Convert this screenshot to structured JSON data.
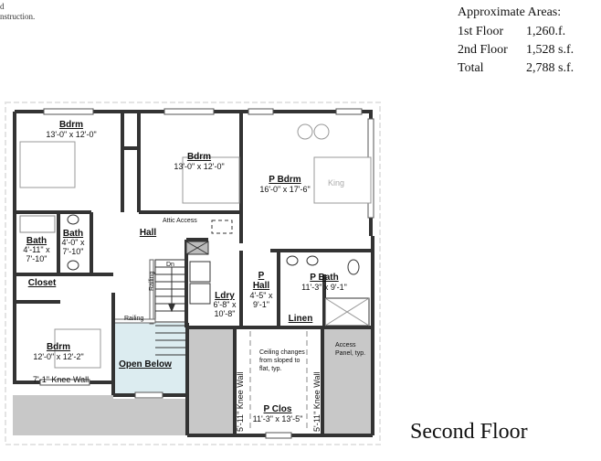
{
  "header_note": {
    "line1": "d",
    "line2": "nstruction."
  },
  "areas": {
    "title": "Approximate Areas:",
    "rows": [
      {
        "label": "1st Floor",
        "value": "1,260.f."
      },
      {
        "label": "2nd Floor",
        "value": "1,528 s.f."
      },
      {
        "label": "Total",
        "value": "2,788 s.f."
      }
    ]
  },
  "floor_title": "Second Floor",
  "rooms": {
    "bdrm1": {
      "name": "Bdrm",
      "dim": "13'-0\" x 12'-0\""
    },
    "bdrm2": {
      "name": "Bdrm",
      "dim": "13'-0\" x 12'-0\""
    },
    "pbdrm": {
      "name": "P Bdrm",
      "dim": "16'-0\" x 17'-6\"",
      "bed": "King"
    },
    "bath1": {
      "name": "Bath",
      "dim1": "4'-11\" x",
      "dim2": "7'-10\""
    },
    "bath2": {
      "name": "Bath",
      "dim1": "4'-0\" x",
      "dim2": "7'-10\""
    },
    "hall": {
      "name": "Hall"
    },
    "closet": {
      "name": "Closet"
    },
    "ldry": {
      "name": "Ldry",
      "dim1": "6'-8\" x",
      "dim2": "10'-8\""
    },
    "phall": {
      "name1": "P",
      "name2": "Hall",
      "dim1": "4'-5\" x",
      "dim2": "9'-1\""
    },
    "pbath": {
      "name": "P Bath",
      "dim": "11'-3\" x 9'-1\""
    },
    "linen": {
      "name": "Linen"
    },
    "bdrm3": {
      "name": "Bdrm",
      "dim": "12'-0\" x 12'-2\""
    },
    "open_below": {
      "name": "Open Below"
    },
    "pclos": {
      "name": "P Clos",
      "dim": "11'-3\" x 13'-5\""
    }
  },
  "annotations": {
    "attic_access": "Attic Access",
    "dn": "Dn",
    "railing_v": "Railing",
    "railing_h": "Railing",
    "knee_wall_bdrm": "7'-1\" Knee Wall",
    "knee_wall_left": "5'-11\" Knee Wall",
    "knee_wall_right": "5'-11\" Knee Wall",
    "ceiling1": "Ceiling changes",
    "ceiling2": "from sloped to",
    "ceiling3": "flat, typ.",
    "access1": "Access",
    "access2": "Panel, typ."
  },
  "colors": {
    "wall": "#333333",
    "attic_fill": "#c8c8c8",
    "open_below_fill": "#dcecf0"
  }
}
